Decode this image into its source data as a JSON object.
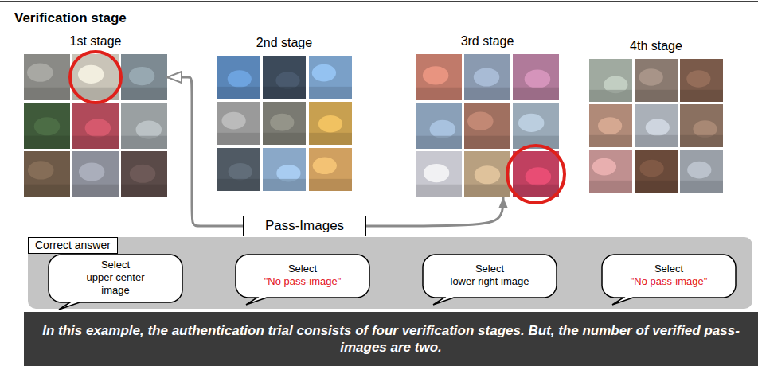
{
  "diagram": {
    "title": "Verification stage",
    "nodes": [
      {
        "text": [
          "1st stage"
        ]
      },
      {
        "text": [
          "2nd stage"
        ]
      },
      {
        "text": [
          "3rd stage"
        ]
      },
      {
        "text": [
          "4th stage"
        ]
      },
      {
        "text": [
          "Pass-Images"
        ]
      },
      {
        "text": [
          "Correct answer"
        ]
      },
      {
        "text": [
          "Select",
          "upper center image"
        ],
        "in": 5
      },
      {
        "text": [
          "Select",
          "\"No pass-image\""
        ],
        "in": 5
      },
      {
        "text": [
          "Select",
          "lower right image"
        ],
        "in": 5
      },
      {
        "text": [
          "Select",
          "\"No pass-image\""
        ],
        "in": 5
      },
      {
        "text": [
          "In this example, the authentication trial consists of four verification stages. But, the number of verified pass-images are two."
        ]
      }
    ],
    "edges": [
      {
        "from": 4,
        "to": 0,
        "arrow": "to"
      },
      {
        "from": 4,
        "to": 2,
        "arrow": "to"
      }
    ]
  }
}
